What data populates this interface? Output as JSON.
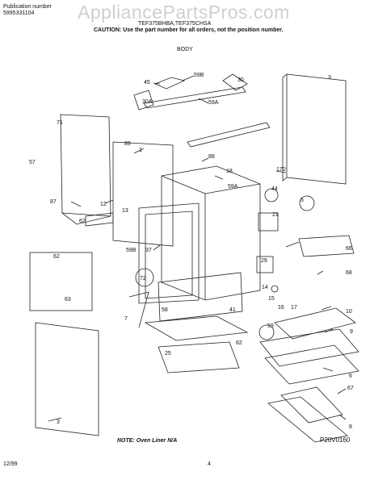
{
  "header": {
    "publication_label": "Publication number",
    "publication_number": "5995331104",
    "models": "TEF375BHBA,TEF375CHSA",
    "caution": "CAUTION: Use the part number for all orders, not the position number.",
    "section_title": "BODY"
  },
  "watermark": "AppliancePartsPros.com",
  "callouts": [
    {
      "id": "45",
      "label": "45"
    },
    {
      "id": "59B-top",
      "label": "59B"
    },
    {
      "id": "30",
      "label": "30"
    },
    {
      "id": "30A",
      "label": "30A"
    },
    {
      "id": "59A-top",
      "label": "59A"
    },
    {
      "id": "3-top",
      "label": "3"
    },
    {
      "id": "71",
      "label": "71"
    },
    {
      "id": "89",
      "label": "89"
    },
    {
      "id": "1",
      "label": "1"
    },
    {
      "id": "88",
      "label": "88"
    },
    {
      "id": "57",
      "label": "57"
    },
    {
      "id": "170",
      "label": "170"
    },
    {
      "id": "18",
      "label": "18"
    },
    {
      "id": "59A-mid",
      "label": "59A"
    },
    {
      "id": "44",
      "label": "44"
    },
    {
      "id": "5",
      "label": "5"
    },
    {
      "id": "12",
      "label": "12"
    },
    {
      "id": "87",
      "label": "87"
    },
    {
      "id": "13",
      "label": "13"
    },
    {
      "id": "21",
      "label": "21"
    },
    {
      "id": "62-top",
      "label": "62"
    },
    {
      "id": "66",
      "label": "66"
    },
    {
      "id": "59B-mid",
      "label": "59B"
    },
    {
      "id": "37",
      "label": "37"
    },
    {
      "id": "29",
      "label": "29"
    },
    {
      "id": "62-box",
      "label": "62"
    },
    {
      "id": "68",
      "label": "68"
    },
    {
      "id": "72",
      "label": "72"
    },
    {
      "id": "14",
      "label": "14"
    },
    {
      "id": "63",
      "label": "63"
    },
    {
      "id": "15",
      "label": "15"
    },
    {
      "id": "16",
      "label": "16"
    },
    {
      "id": "17",
      "label": "17"
    },
    {
      "id": "7",
      "label": "7"
    },
    {
      "id": "58",
      "label": "58"
    },
    {
      "id": "41",
      "label": "41"
    },
    {
      "id": "10",
      "label": "10"
    },
    {
      "id": "59",
      "label": "59"
    },
    {
      "id": "9",
      "label": "9"
    },
    {
      "id": "82",
      "label": "82"
    },
    {
      "id": "25",
      "label": "25"
    },
    {
      "id": "6",
      "label": "6"
    },
    {
      "id": "67",
      "label": "67"
    },
    {
      "id": "3-bottom",
      "label": "3"
    },
    {
      "id": "8",
      "label": "8"
    }
  ],
  "footer": {
    "note": "NOTE: Oven Liner N/A",
    "figure_code": "P20V0160",
    "date": "12/99",
    "page": "4"
  }
}
